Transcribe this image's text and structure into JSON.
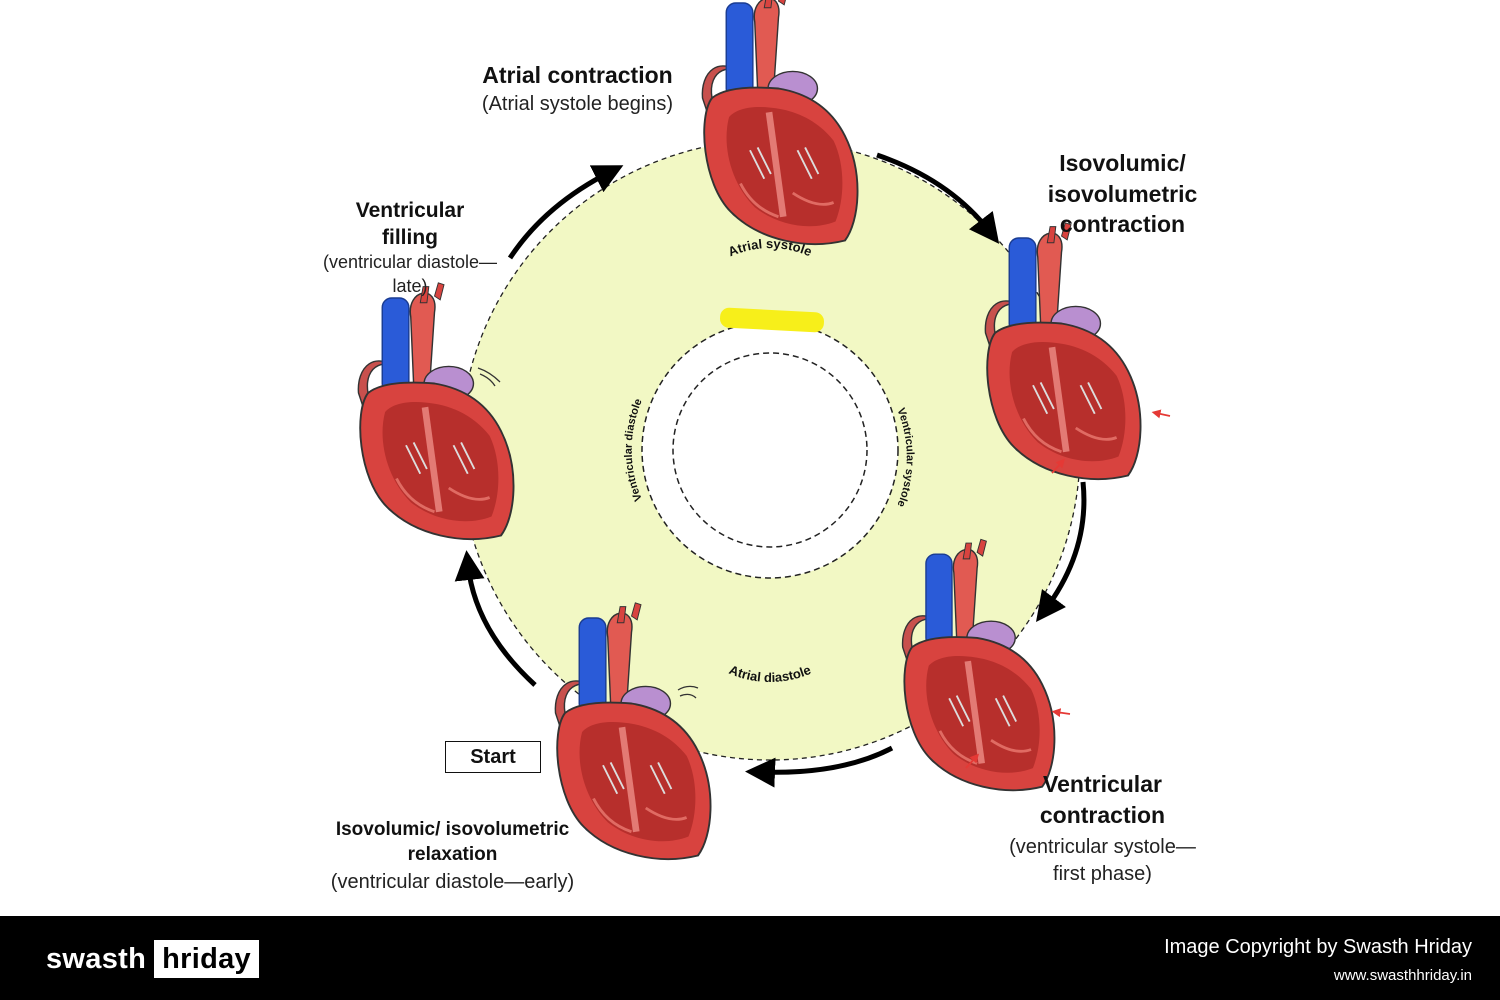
{
  "phases": {
    "atrial_contraction": {
      "title": "Atrial contraction",
      "subtitle": "(Atrial systole begins)"
    },
    "isovolumic_contraction": {
      "title_lines": [
        "Isovolumic/",
        "isovolumetric",
        "contraction"
      ]
    },
    "ventricular_contraction": {
      "title_lines": [
        "Ventricular",
        "contraction"
      ],
      "subtitle_lines": [
        "(ventricular systole—",
        "first phase)"
      ]
    },
    "isovolumic_relaxation": {
      "title_lines": [
        "Isovolumic/ isovolumetric",
        "relaxation"
      ],
      "subtitle": "(ventricular diastole—early)"
    },
    "ventricular_filling": {
      "title_lines": [
        "Ventricular",
        "filling"
      ],
      "subtitle_lines": [
        "(ventricular diastole—",
        "late)"
      ]
    }
  },
  "start_label": "Start",
  "inner_ring": {
    "top": "Atrial systole",
    "bottom": "Atrial diastole",
    "left": "Ventricular diastole",
    "right": "Ventricular systole"
  },
  "footer": {
    "brand_part1": "swasth",
    "brand_part2": "hriday",
    "copyright": "Image Copyright by Swasth Hriday",
    "website": "www.swasthhriday.in"
  },
  "colors": {
    "outer_ring_fill": "#f2f8c4",
    "highlight": "#f7ef1a",
    "heart_red": "#d8433f",
    "vein_blue": "#2a5bd8",
    "atrium_purple": "#b98fd0",
    "arrow": "#000000"
  }
}
